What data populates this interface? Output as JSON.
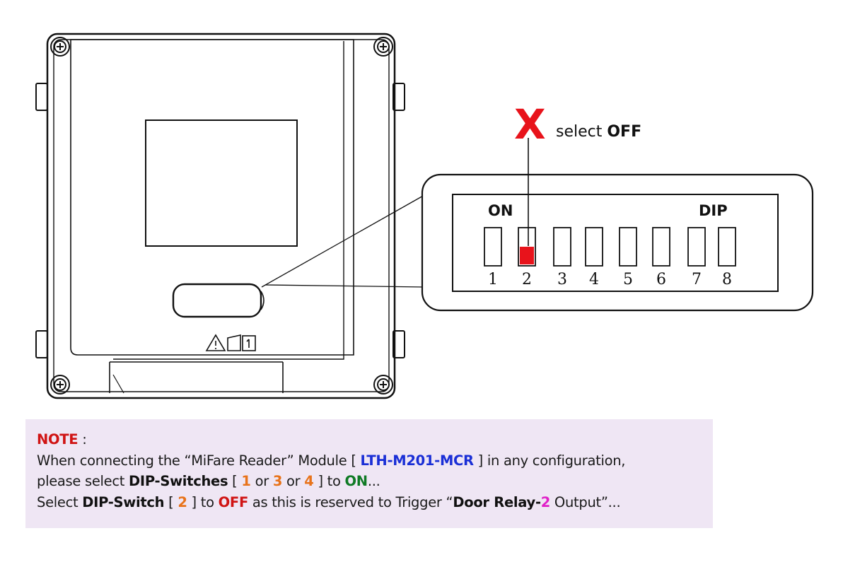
{
  "callout": {
    "mark": "X",
    "prefix": "select ",
    "state": "OFF"
  },
  "dip_panel": {
    "on_label": "ON",
    "dip_label": "DIP",
    "switches": [
      {
        "number": "1",
        "state": "ON"
      },
      {
        "number": "2",
        "state": "OFF"
      },
      {
        "number": "3",
        "state": "ON"
      },
      {
        "number": "4",
        "state": "ON"
      },
      {
        "number": "5",
        "state": "ON"
      },
      {
        "number": "6",
        "state": "ON"
      },
      {
        "number": "7",
        "state": "ON"
      },
      {
        "number": "8",
        "state": "ON"
      }
    ],
    "highlight_color": "#e8131b"
  },
  "note": {
    "title": "NOTE",
    "title_sep": " :",
    "line1": {
      "a": "When connecting the “MiFare Reader” Module [ ",
      "model": "LTH-M201-MCR",
      "b": " ] in any configuration,"
    },
    "line2": {
      "a": "please select ",
      "dip": "DIP-Switches",
      "b": " [ ",
      "n1": "1",
      "or1": " or ",
      "n3": "3",
      "or2": " or ",
      "n4": "4",
      "c": " ] to ",
      "on": "ON",
      "d": "..."
    },
    "line3": {
      "a": "Select ",
      "dip": "DIP-Switch",
      "b": " [ ",
      "n2": "2",
      "c": " ] to ",
      "off": "OFF",
      "d": " as this is reserved to Trigger “",
      "relay": "Door Relay",
      "dash": "-",
      "n": "2",
      "e": " Output”..."
    }
  },
  "colors": {
    "red": "#d01414",
    "blue": "#1a2fd6",
    "orange": "#e8731a",
    "green": "#0f7a25",
    "magenta": "#e020c8",
    "note_background": "#efe6f4"
  }
}
